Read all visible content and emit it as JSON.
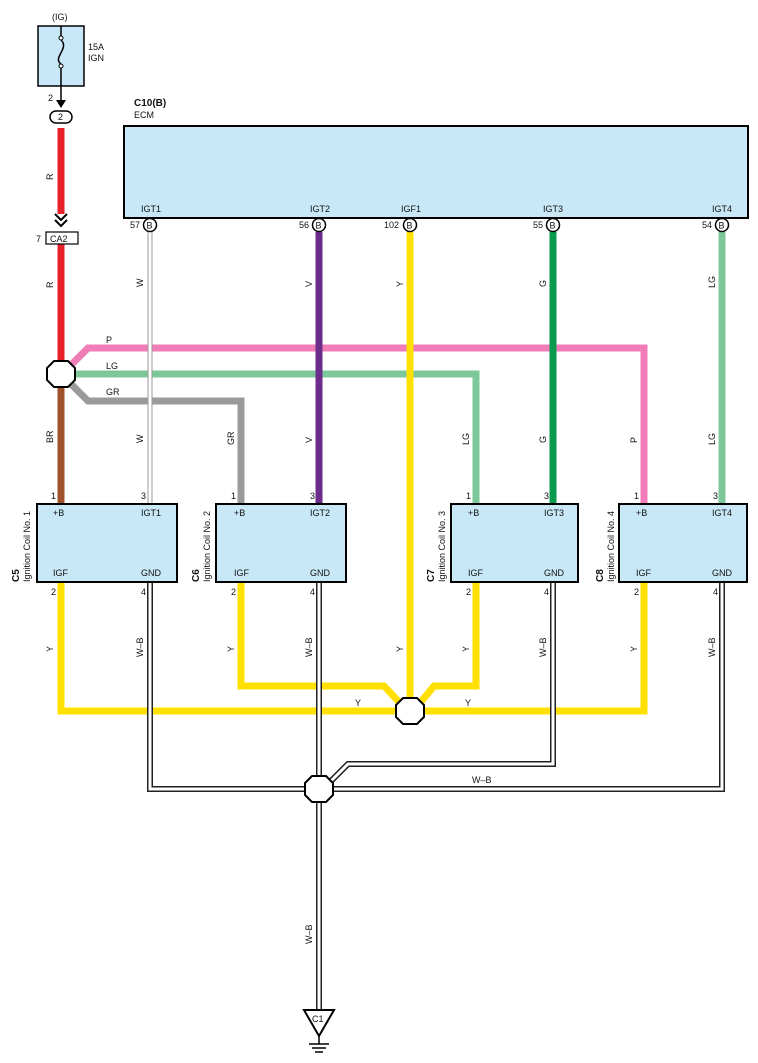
{
  "colors": {
    "component_fill": "#c8e8f8",
    "red": "#e8202a",
    "brown": "#a0522d",
    "pink": "#f07cb8",
    "light_green": "#7cc89a",
    "gray": "#9a9a9a",
    "violet": "#6b2c8c",
    "yellow": "#ffe000",
    "green": "#0a9a4c"
  },
  "fuse": {
    "supply": "(IG)",
    "rating": "15A",
    "name": "IGN",
    "pin": "2",
    "connector_pin": "2"
  },
  "connector_ca2": {
    "pin": "7",
    "label": "CA2"
  },
  "ecm": {
    "code": "C10(B)",
    "name": "ECM",
    "terminals": [
      {
        "label": "IGT1",
        "pin": "57",
        "mark": "B"
      },
      {
        "label": "IGT2",
        "pin": "56",
        "mark": "B"
      },
      {
        "label": "IGF1",
        "pin": "102",
        "mark": "B"
      },
      {
        "label": "IGT3",
        "pin": "55",
        "mark": "B"
      },
      {
        "label": "IGT4",
        "pin": "54",
        "mark": "B"
      }
    ]
  },
  "coils": [
    {
      "code": "C5",
      "name": "Ignition Coil No. 1",
      "tl": "+B",
      "tr": "IGT1",
      "bl": "IGF",
      "br": "GND",
      "p_tl": "1",
      "p_tr": "3",
      "p_bl": "2",
      "p_br": "4"
    },
    {
      "code": "C6",
      "name": "Ignition Coil No. 2",
      "tl": "+B",
      "tr": "IGT2",
      "bl": "IGF",
      "br": "GND",
      "p_tl": "1",
      "p_tr": "3",
      "p_bl": "2",
      "p_br": "4"
    },
    {
      "code": "C7",
      "name": "Ignition Coil No. 3",
      "tl": "+B",
      "tr": "IGT3",
      "bl": "IGF",
      "br": "GND",
      "p_tl": "1",
      "p_tr": "3",
      "p_bl": "2",
      "p_br": "4"
    },
    {
      "code": "C8",
      "name": "Ignition Coil No. 4",
      "tl": "+B",
      "tr": "IGT4",
      "bl": "IGF",
      "br": "GND",
      "p_tl": "1",
      "p_tr": "3",
      "p_bl": "2",
      "p_br": "4"
    }
  ],
  "wires": {
    "r_upper": "R",
    "r_lower": "R",
    "p": "P",
    "lg": "LG",
    "gr": "GR",
    "br": "BR",
    "w_top": "W",
    "w_low": "W",
    "v_top": "V",
    "v_low": "V",
    "y_top": "Y",
    "y_low": "Y",
    "g_top": "G",
    "g_low": "G",
    "lg_top": "LG",
    "lg_c7": "LG",
    "gr_low": "GR",
    "p_low": "P",
    "y1": "Y",
    "y2": "Y",
    "y3": "Y",
    "y4": "Y",
    "y_bus_left": "Y",
    "y_bus_right": "Y",
    "wb1": "W–B",
    "wb2": "W–B",
    "wb3": "W–B",
    "wb4": "W–B",
    "wb_bus": "W–B",
    "wb_ground": "W–B"
  },
  "ground": {
    "label": "C1"
  }
}
